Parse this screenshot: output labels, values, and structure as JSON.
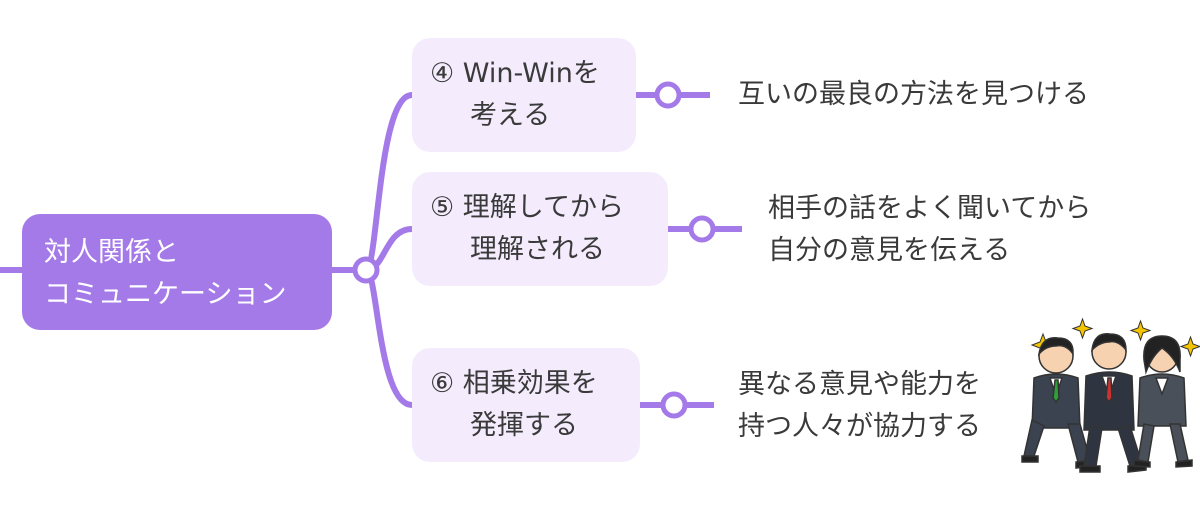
{
  "root": {
    "line1": "対人関係と",
    "line2": "コミュニケーション"
  },
  "branches": [
    {
      "line1": "④ Win-Winを",
      "line2": "考える",
      "leaf": [
        "互いの最良の方法を見つける"
      ]
    },
    {
      "line1": "⑤ 理解してから",
      "line2": "理解される",
      "leaf": [
        "相手の話をよく聞いてから",
        "自分の意見を伝える"
      ]
    },
    {
      "line1": "⑥ 相乗効果を",
      "line2": "発揮する",
      "leaf": [
        "異なる意見や能力を",
        "持つ人々が協力する"
      ]
    }
  ],
  "illustration": {
    "icon": "business-team-running-illustration"
  },
  "colors": {
    "accent": "#a479e8",
    "branch_bg": "#f4ecfd",
    "text": "#3a3a3a",
    "root_text": "#ffffff"
  }
}
